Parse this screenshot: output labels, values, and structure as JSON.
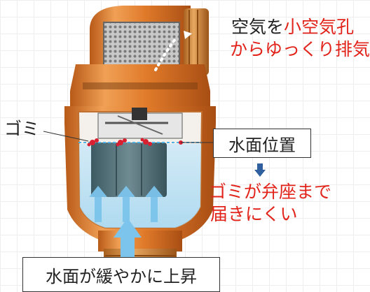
{
  "labels": {
    "air_text_black": "空気を",
    "air_text_red_1": "小空気孔",
    "air_text_red_2": "からゆっくり排気",
    "debris_label": "ゴミ",
    "water_level_label": "水面位置",
    "debris_note_line1": "ゴミが弁座まで",
    "debris_note_line2": "届きにくい",
    "rising_label": "水面が緩やかに上昇"
  },
  "colors": {
    "body_orange": "#e07a2a",
    "body_dark": "#b85a18",
    "brass": "#d28a3c",
    "water": "#4fb2e6",
    "arrow_blue": "#7cc4ec",
    "debris_red": "#d82030",
    "note_red": "#e2231a",
    "down_arrow": "#2f5f9e"
  },
  "icons": [
    "down-arrow-icon",
    "up-arrows-icon",
    "debris-icon"
  ]
}
